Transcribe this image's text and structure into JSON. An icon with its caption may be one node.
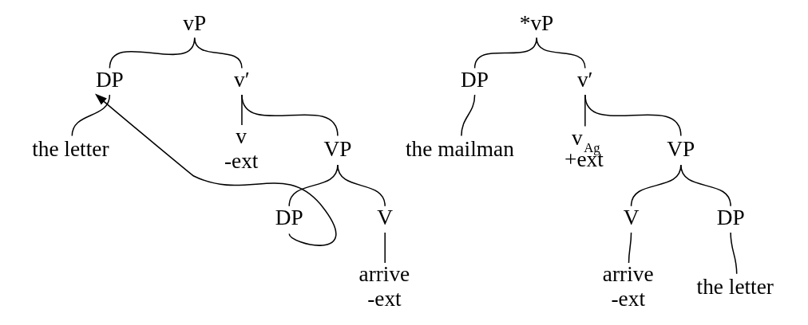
{
  "diagram": {
    "nodes": [
      {
        "text": [
          "vP"
        ]
      },
      {
        "text": [
          "DP"
        ]
      },
      {
        "text": [
          "the letter"
        ]
      },
      {
        "text": [
          "v′"
        ]
      },
      {
        "text": [
          "v",
          "-ext"
        ]
      },
      {
        "text": [
          "VP"
        ]
      },
      {
        "text": [
          "V"
        ]
      },
      {
        "text": [
          "DP"
        ]
      },
      {
        "text": [
          "arrive",
          "-ext"
        ]
      },
      {
        "text": [
          "*vP"
        ]
      },
      {
        "text": [
          "DP"
        ]
      },
      {
        "text": [
          "the mailman"
        ]
      },
      {
        "text": [
          "v′"
        ]
      },
      {
        "text": [
          "v$_{Ag}$",
          "+ext"
        ]
      },
      {
        "text": [
          "VP"
        ]
      },
      {
        "text": [
          "V"
        ]
      },
      {
        "text": [
          "DP"
        ]
      },
      {
        "text": [
          "arrive",
          "-ext"
        ]
      },
      {
        "text": [
          "the letter"
        ]
      }
    ],
    "edges": [
      {
        "from": 0,
        "to": 1,
        "arrow": "none"
      },
      {
        "from": 0,
        "to": 3,
        "arrow": "none"
      },
      {
        "from": 1,
        "to": 2,
        "arrow": "none"
      },
      {
        "from": 3,
        "to": 4,
        "arrow": "none"
      },
      {
        "from": 3,
        "to": 5,
        "arrow": "none"
      },
      {
        "from": 5,
        "to": 6,
        "arrow": "none"
      },
      {
        "from": 5,
        "to": 7,
        "arrow": "none"
      },
      {
        "from": 6,
        "to": 8,
        "arrow": "none"
      },
      {
        "from": 7,
        "to": 1,
        "arrow": "to"
      },
      {
        "from": 9,
        "to": 10,
        "arrow": "none"
      },
      {
        "from": 9,
        "to": 12,
        "arrow": "none"
      },
      {
        "from": 10,
        "to": 11,
        "arrow": "none"
      },
      {
        "from": 12,
        "to": 13,
        "arrow": "none"
      },
      {
        "from": 12,
        "to": 14,
        "arrow": "none"
      },
      {
        "from": 14,
        "to": 15,
        "arrow": "none"
      },
      {
        "from": 14,
        "to": 16,
        "arrow": "none"
      },
      {
        "from": 15,
        "to": 17,
        "arrow": "none"
      },
      {
        "from": 16,
        "to": 18,
        "arrow": "none"
      }
    ]
  }
}
